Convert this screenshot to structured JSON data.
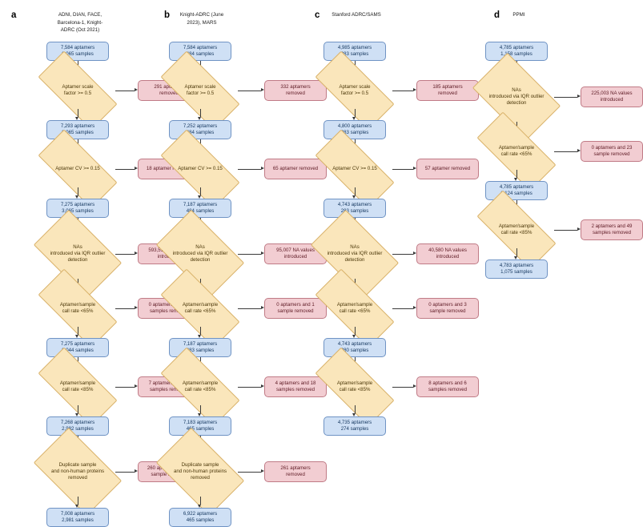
{
  "figure": {
    "type": "flowchart",
    "description": "Proteomics QC pipeline flow diagrams for four cohorts"
  },
  "panels": [
    {
      "letter": "a",
      "title": "ADNI, DIAN, FACE,\nBarcelona-1, Knight-\nADRC (Oct 2021)",
      "steps": [
        {
          "kind": "box",
          "text": "7,584 aptamers\n3,065 samples"
        },
        {
          "kind": "decision",
          "text": "Aptamer scale\nfactor >= 0.5",
          "removed": "291 aptamers\nremoved"
        },
        {
          "kind": "box",
          "text": "7,293 aptamers\n3,065 samples"
        },
        {
          "kind": "decision",
          "text": "Aptamer CV >= 0.15",
          "removed": "18 aptamer removed"
        },
        {
          "kind": "box",
          "text": "7,275 aptamers\n3,065 samples"
        },
        {
          "kind": "decision",
          "text": "NAs\nintroduced via IQR outlier\ndetection",
          "removed": "593,517 NA values\nintroduced"
        },
        {
          "kind": "decision",
          "text": "Aptamer/sample\ncall rate <65%",
          "removed": "0 aptamers and 21\nsamples removed"
        },
        {
          "kind": "box",
          "text": "7,275 aptamers\n3,044 samples"
        },
        {
          "kind": "decision",
          "text": "Aptamer/sample\ncall rate <85%",
          "removed": "7 aptamers and 62\nsamples removed"
        },
        {
          "kind": "box",
          "text": "7,268 aptamers\n2,982 samples"
        },
        {
          "kind": "decision",
          "text": "Duplicate sample\nand non-human proteins\nremoved",
          "removed": "260 aptamers and 1\nsample removed"
        },
        {
          "kind": "box",
          "text": "7,008 aptamers\n2,981 samples"
        }
      ]
    },
    {
      "letter": "b",
      "title": "Knight-ADRC (June\n2023), MARS",
      "steps": [
        {
          "kind": "box",
          "text": "7,584 aptamers\n484 samples"
        },
        {
          "kind": "decision",
          "text": "Aptamer scale\nfactor >= 0.5",
          "removed": "332 aptamers\nremoved"
        },
        {
          "kind": "box",
          "text": "7,252 aptamers\n484 samples"
        },
        {
          "kind": "decision",
          "text": "Aptamer CV >= 0.15",
          "removed": "65 aptamer removed"
        },
        {
          "kind": "box",
          "text": "7,187 aptamers\n484 samples"
        },
        {
          "kind": "decision",
          "text": "NAs\nintroduced via IQR outlier\ndetection",
          "removed": "95,007 NA values\nintroduced"
        },
        {
          "kind": "decision",
          "text": "Aptamer/sample\ncall rate <65%",
          "removed": "0 aptamers and 1\nsample removed"
        },
        {
          "kind": "box",
          "text": "7,187 aptamers\n483 samples"
        },
        {
          "kind": "decision",
          "text": "Aptamer/sample\ncall rate <85%",
          "removed": "4 aptamers and 18\nsamples removed"
        },
        {
          "kind": "box",
          "text": "7,183 aptamers\n465 samples"
        },
        {
          "kind": "decision",
          "text": "Duplicate sample\nand non-human proteins\nremoved",
          "removed": "261 aptamers\nremoved"
        },
        {
          "kind": "box",
          "text": "6,922 aptamers\n465 samples"
        }
      ]
    },
    {
      "letter": "c",
      "title": "Stanford ADRC/SAMS",
      "steps": [
        {
          "kind": "box",
          "text": "4,985 aptamers\n283 samples"
        },
        {
          "kind": "decision",
          "text": "Aptamer scale\nfactor >= 0.5",
          "removed": "185 aptamers\nremoved"
        },
        {
          "kind": "box",
          "text": "4,800 aptamers\n283 samples"
        },
        {
          "kind": "decision",
          "text": "Aptamer CV >= 0.15",
          "removed": "57 aptamer removed"
        },
        {
          "kind": "box",
          "text": "4,743 aptamers\n283 samples"
        },
        {
          "kind": "decision",
          "text": "NAs\nintroduced via IQR outlier\ndetection",
          "removed": "40,580 NA values\nintroduced"
        },
        {
          "kind": "decision",
          "text": "Aptamer/sample\ncall rate <65%",
          "removed": "0 aptamers and 3\nsample removed"
        },
        {
          "kind": "box",
          "text": "4,743 aptamers\n280 samples"
        },
        {
          "kind": "decision",
          "text": "Aptamer/sample\ncall rate <85%",
          "removed": "8 aptamers and 6\nsamples removed"
        },
        {
          "kind": "box",
          "text": "4,735 aptamers\n274 samples"
        }
      ]
    },
    {
      "letter": "d",
      "title": "PPMI",
      "steps": [
        {
          "kind": "box",
          "text": "4,785 aptamers\n1,158 samples"
        },
        {
          "kind": "decision",
          "text": "NAs\nintroduced via IQR outlier\ndetection",
          "removed": "225,003 NA values\nintroduced"
        },
        {
          "kind": "decision",
          "text": "Aptamer/sample\ncall rate <65%",
          "removed": "0 aptamers and 23\nsample removed"
        },
        {
          "kind": "box",
          "text": "4,785 aptamers\n1,124 samples"
        },
        {
          "kind": "decision",
          "text": "Aptamer/sample\ncall rate <85%",
          "removed": "2 aptamers and 49\nsamples removed"
        },
        {
          "kind": "box",
          "text": "4,783 aptamers\n1,075 samples"
        }
      ]
    }
  ],
  "colors": {
    "box_fill": "#cfe0f5",
    "box_stroke": "#6f93c4",
    "decision_fill": "#fae6bb",
    "decision_stroke": "#d9b26a",
    "removed_fill": "#f2cdd2",
    "removed_stroke": "#c07b86",
    "connector": "#3a3a3a"
  }
}
